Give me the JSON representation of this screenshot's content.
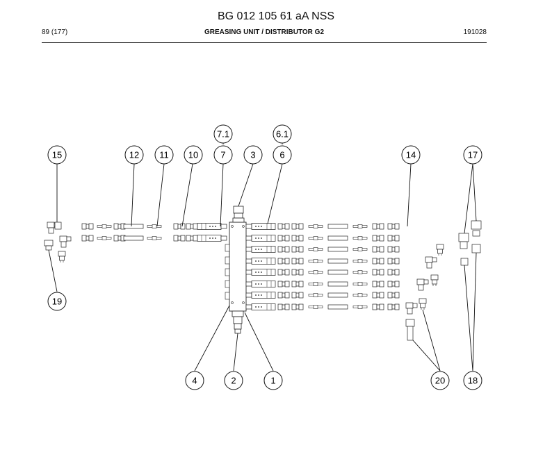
{
  "header": {
    "title": "BG 012 105 61 aA NSS",
    "page": "89 (177)",
    "section": "GREASING UNIT / DISTRIBUTOR G2",
    "code": "191028"
  },
  "callouts": [
    "15",
    "12",
    "11",
    "10",
    "7",
    "3",
    "6",
    "7.1",
    "6.1",
    "14",
    "17",
    "19",
    "4",
    "2",
    "1",
    "20",
    "18"
  ]
}
